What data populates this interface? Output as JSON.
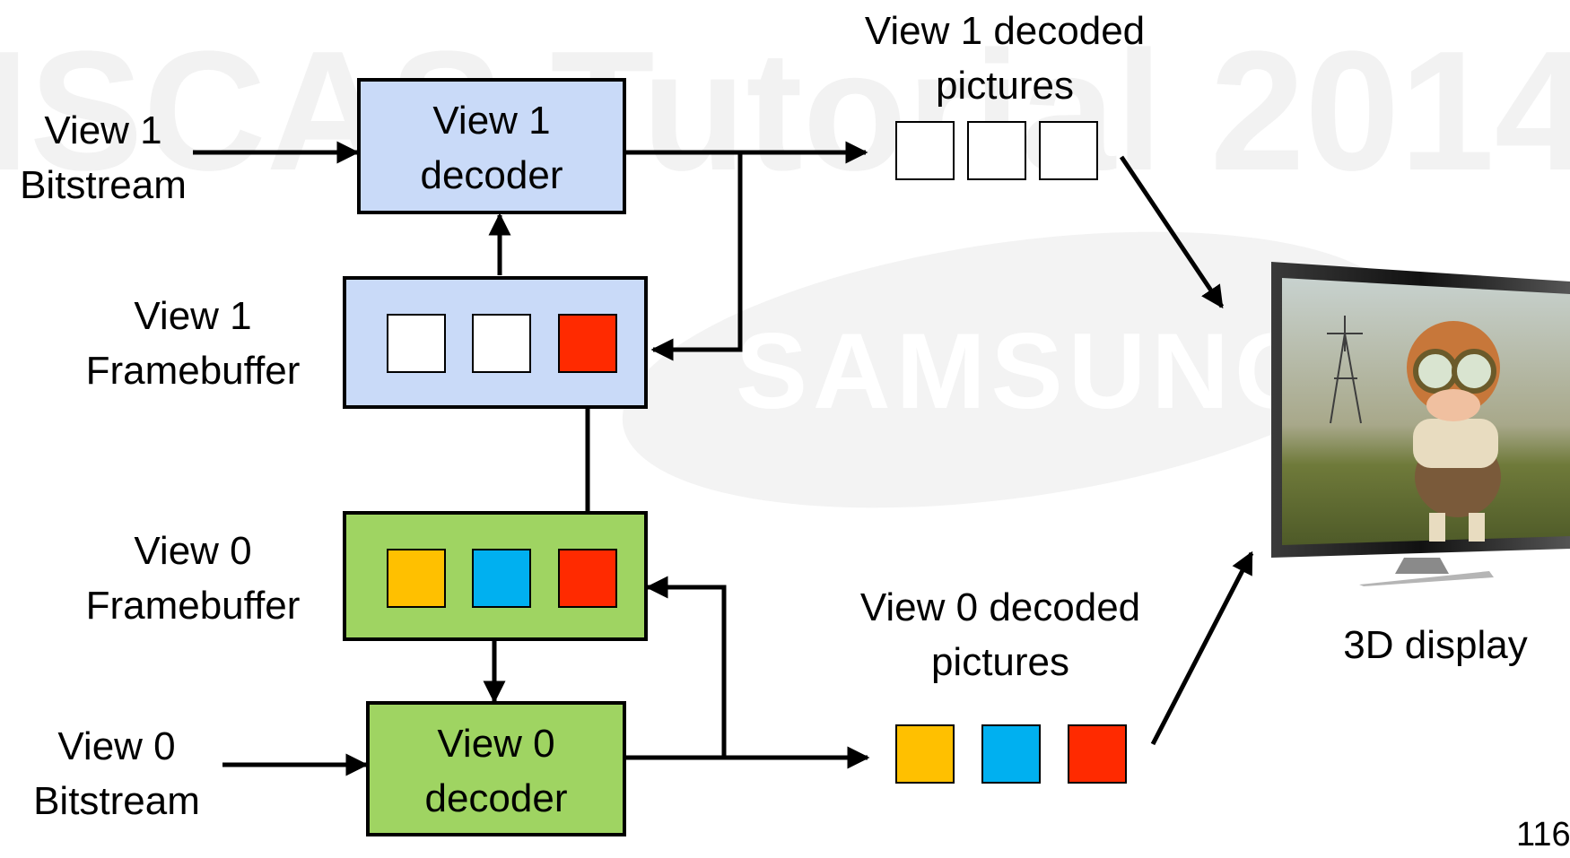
{
  "watermark": {
    "text": "ISCAS Tutorial 2014",
    "logo_text": "SAMSUNG"
  },
  "diagram": {
    "inputs": {
      "view1": "View 1\nBitstream",
      "view0": "View 0\nBitstream"
    },
    "decoders": {
      "view1": "View 1\ndecoder",
      "view0": "View 0\ndecoder"
    },
    "framebuffers": {
      "view1_label": "View 1\nFramebuffer",
      "view0_label": "View 0\nFramebuffer"
    },
    "outputs": {
      "view1_label": "View 1 decoded\npictures",
      "view0_label": "View 0 decoded\npictures"
    },
    "display_label": "3D display",
    "page_number": "116"
  },
  "colors": {
    "decoder_view1": "#c9daf8",
    "decoder_view0": "#9fd462",
    "picture_yellow": "#ffc000",
    "picture_cyan": "#00b0f0",
    "picture_red": "#ff2a00",
    "picture_white": "#ffffff"
  }
}
